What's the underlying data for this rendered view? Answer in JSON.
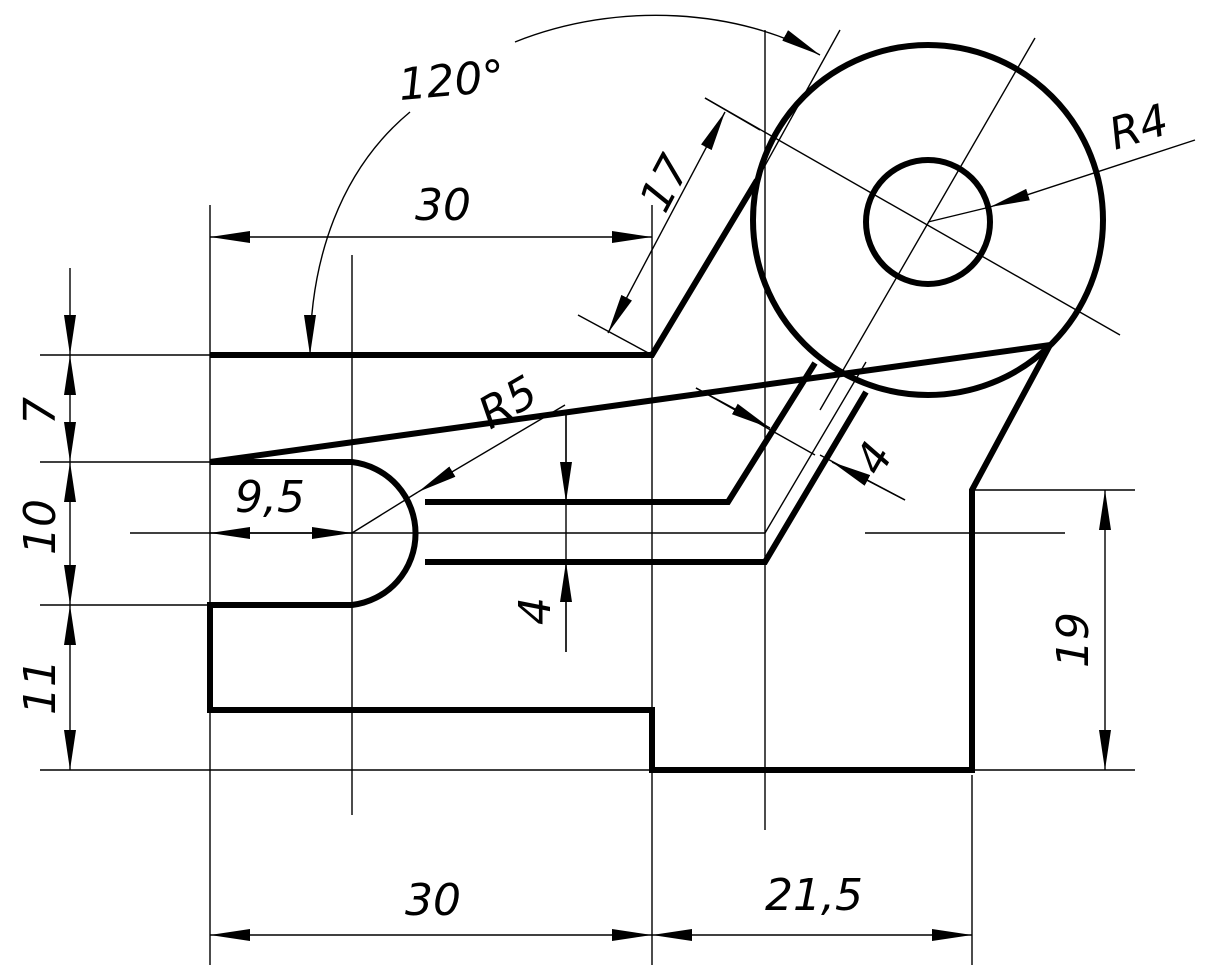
{
  "drawing": {
    "dimensions": {
      "angle": "120°",
      "top_width": "30",
      "slant_length": "17",
      "hole_radius": "R4",
      "slot_radius": "R5",
      "top_height": "7",
      "slot_depth": "9,5",
      "slot_height": "10",
      "slot_width_slant": "4",
      "slot_width": "4",
      "bottom_height": "11",
      "right_height": "19",
      "bottom_width": "30",
      "right_width": "21,5"
    }
  }
}
